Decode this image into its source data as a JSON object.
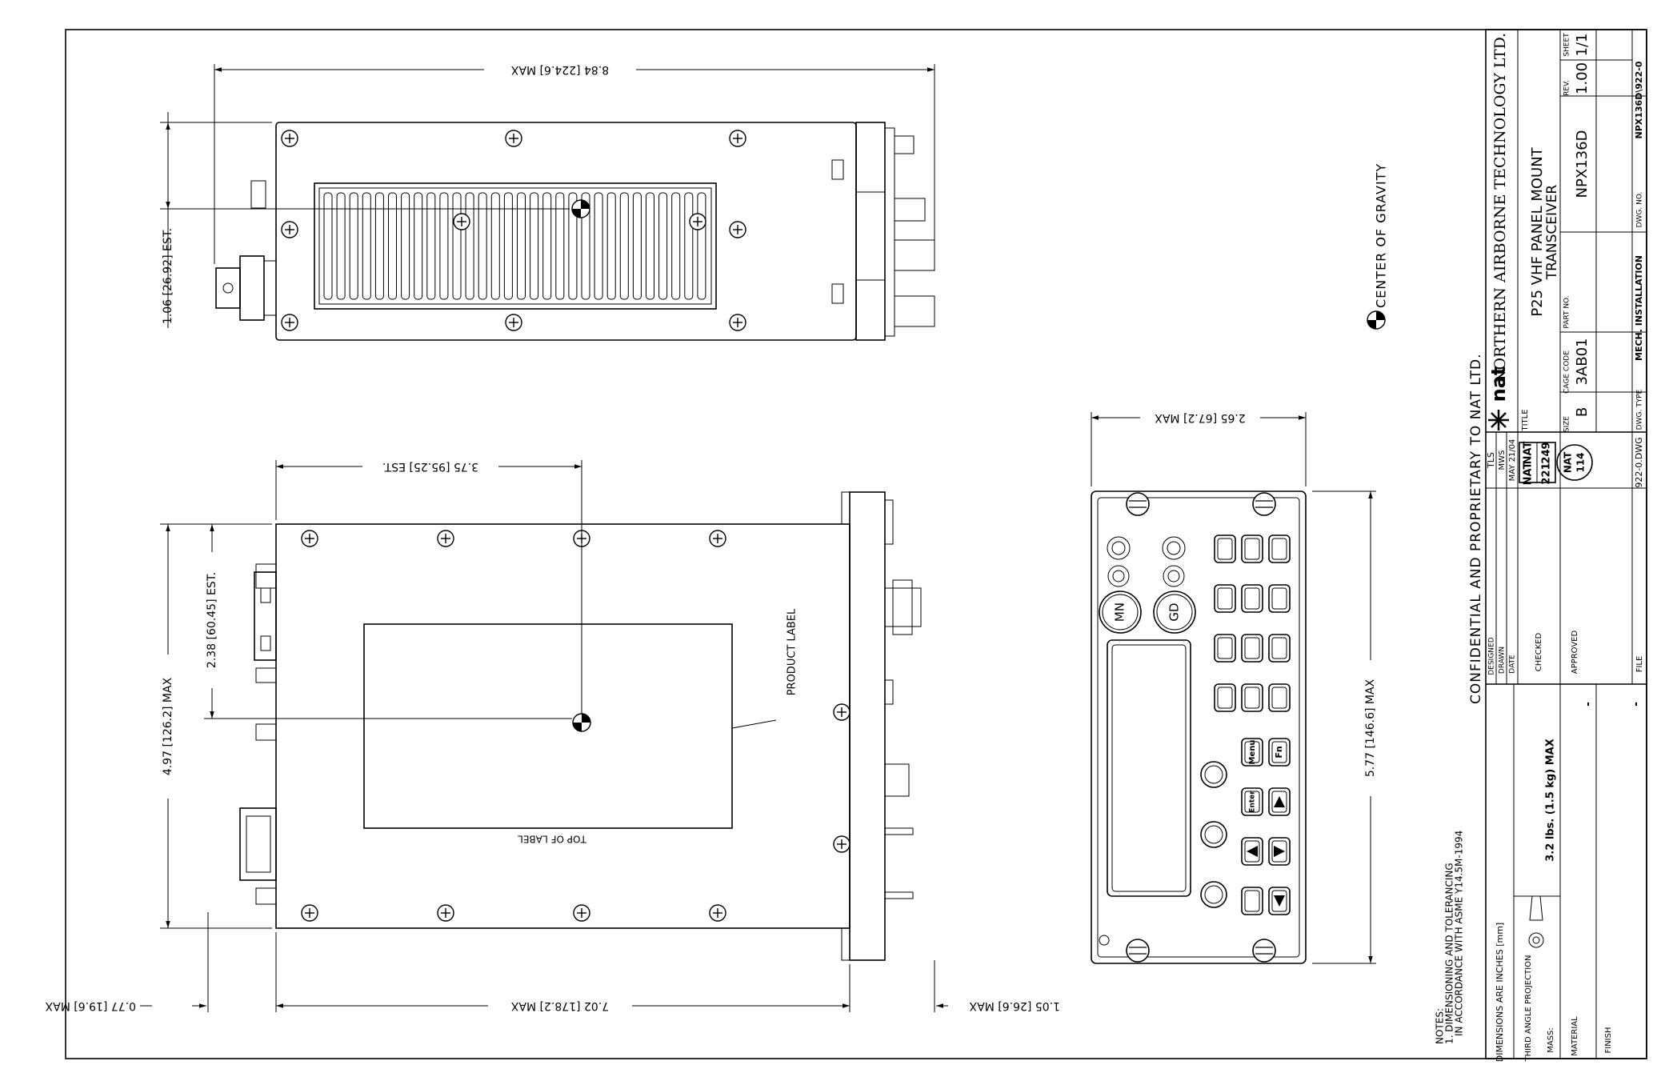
{
  "dimensions": {
    "top_width": "8.84 [224.6] MAX",
    "top_height": "1.06 [26.92] EST.",
    "side_cg_from_front": "3.75 [95.25] EST.",
    "side_height": "4.97 [126.2] MAX",
    "side_cg_height": "2.38 [60.45] EST.",
    "side_length": "7.02 [178.2] MAX",
    "rear_depth": "0.77 [19.6] MAX",
    "front_depth": "1.05 [26.6] MAX",
    "front_width": "2.65 [67.2] MAX",
    "front_height": "5.77 [146.6] MAX"
  },
  "labels": {
    "product_label": "PRODUCT LABEL",
    "top_of_label": "TOP OF LABEL",
    "center_of_gravity": "CENTER OF GRAVITY",
    "confidential": "CONFIDENTIAL AND PROPRIETARY TO NAT LTD.",
    "notes_title": "NOTES:",
    "note_line1": "1. DIMENSIONING AND TOLERANCING",
    "note_line2": "IN ACCORDANCE WITH ASME Y14.5M-1994"
  },
  "front_panel": {
    "knob_left": "MN",
    "knob_right": "GD",
    "key_menu": "Menu",
    "key_fn": "Fn",
    "key_enter": "Enter"
  },
  "title_block": {
    "dimensions_are": "DIMENSIONS ARE INCHES [mm]",
    "projection": "THIRD ANGLE PROJECTION",
    "mass_label": "MASS:",
    "mass_value": "3.2 lbs. (1.5 kg) MAX",
    "material_label": "MATERIAL",
    "material_value": "-",
    "finish_label": "FINISH",
    "finish_value": "-",
    "designed_label": "DESIGNED",
    "designed_value": "TLS",
    "drawn_label": "DRAWN",
    "drawn_value": "MWS",
    "date_label": "DATE",
    "date_value": "MAY 21/04",
    "checked_label": "CHECKED",
    "checked_stamp_1": "NAT",
    "checked_stamp_2": "NAT",
    "checked_stamp_3": "221",
    "checked_stamp_4": "249",
    "approved_label": "APPROVED",
    "approved_stamp_1": "NAT",
    "approved_stamp_2": "114",
    "file_label": "FILE",
    "file_value": "922-0.DWG",
    "company_logo": "nat",
    "company_name": "NORTHERN AIRBORNE TECHNOLOGY LTD.",
    "title_label": "TITLE",
    "title_line1": "P25 VHF PANEL MOUNT",
    "title_line2": "TRANSCEIVER",
    "size_label": "SIZE",
    "size_value": "B",
    "cage_label": "CAGE CODE",
    "cage_value": "3AB01",
    "part_label": "PART NO.",
    "part_value": "NPX136D",
    "rev_label": "REV.",
    "rev_value": "1.00",
    "sheet_label": "SHEET",
    "sheet_value": "1/1",
    "dwg_type_label": "DWG. TYPE",
    "dwg_type_value": "MECH. INSTALLATION",
    "dwg_no_label": "DWG. NO.",
    "dwg_no_value": "NPX136D\\922-0"
  }
}
